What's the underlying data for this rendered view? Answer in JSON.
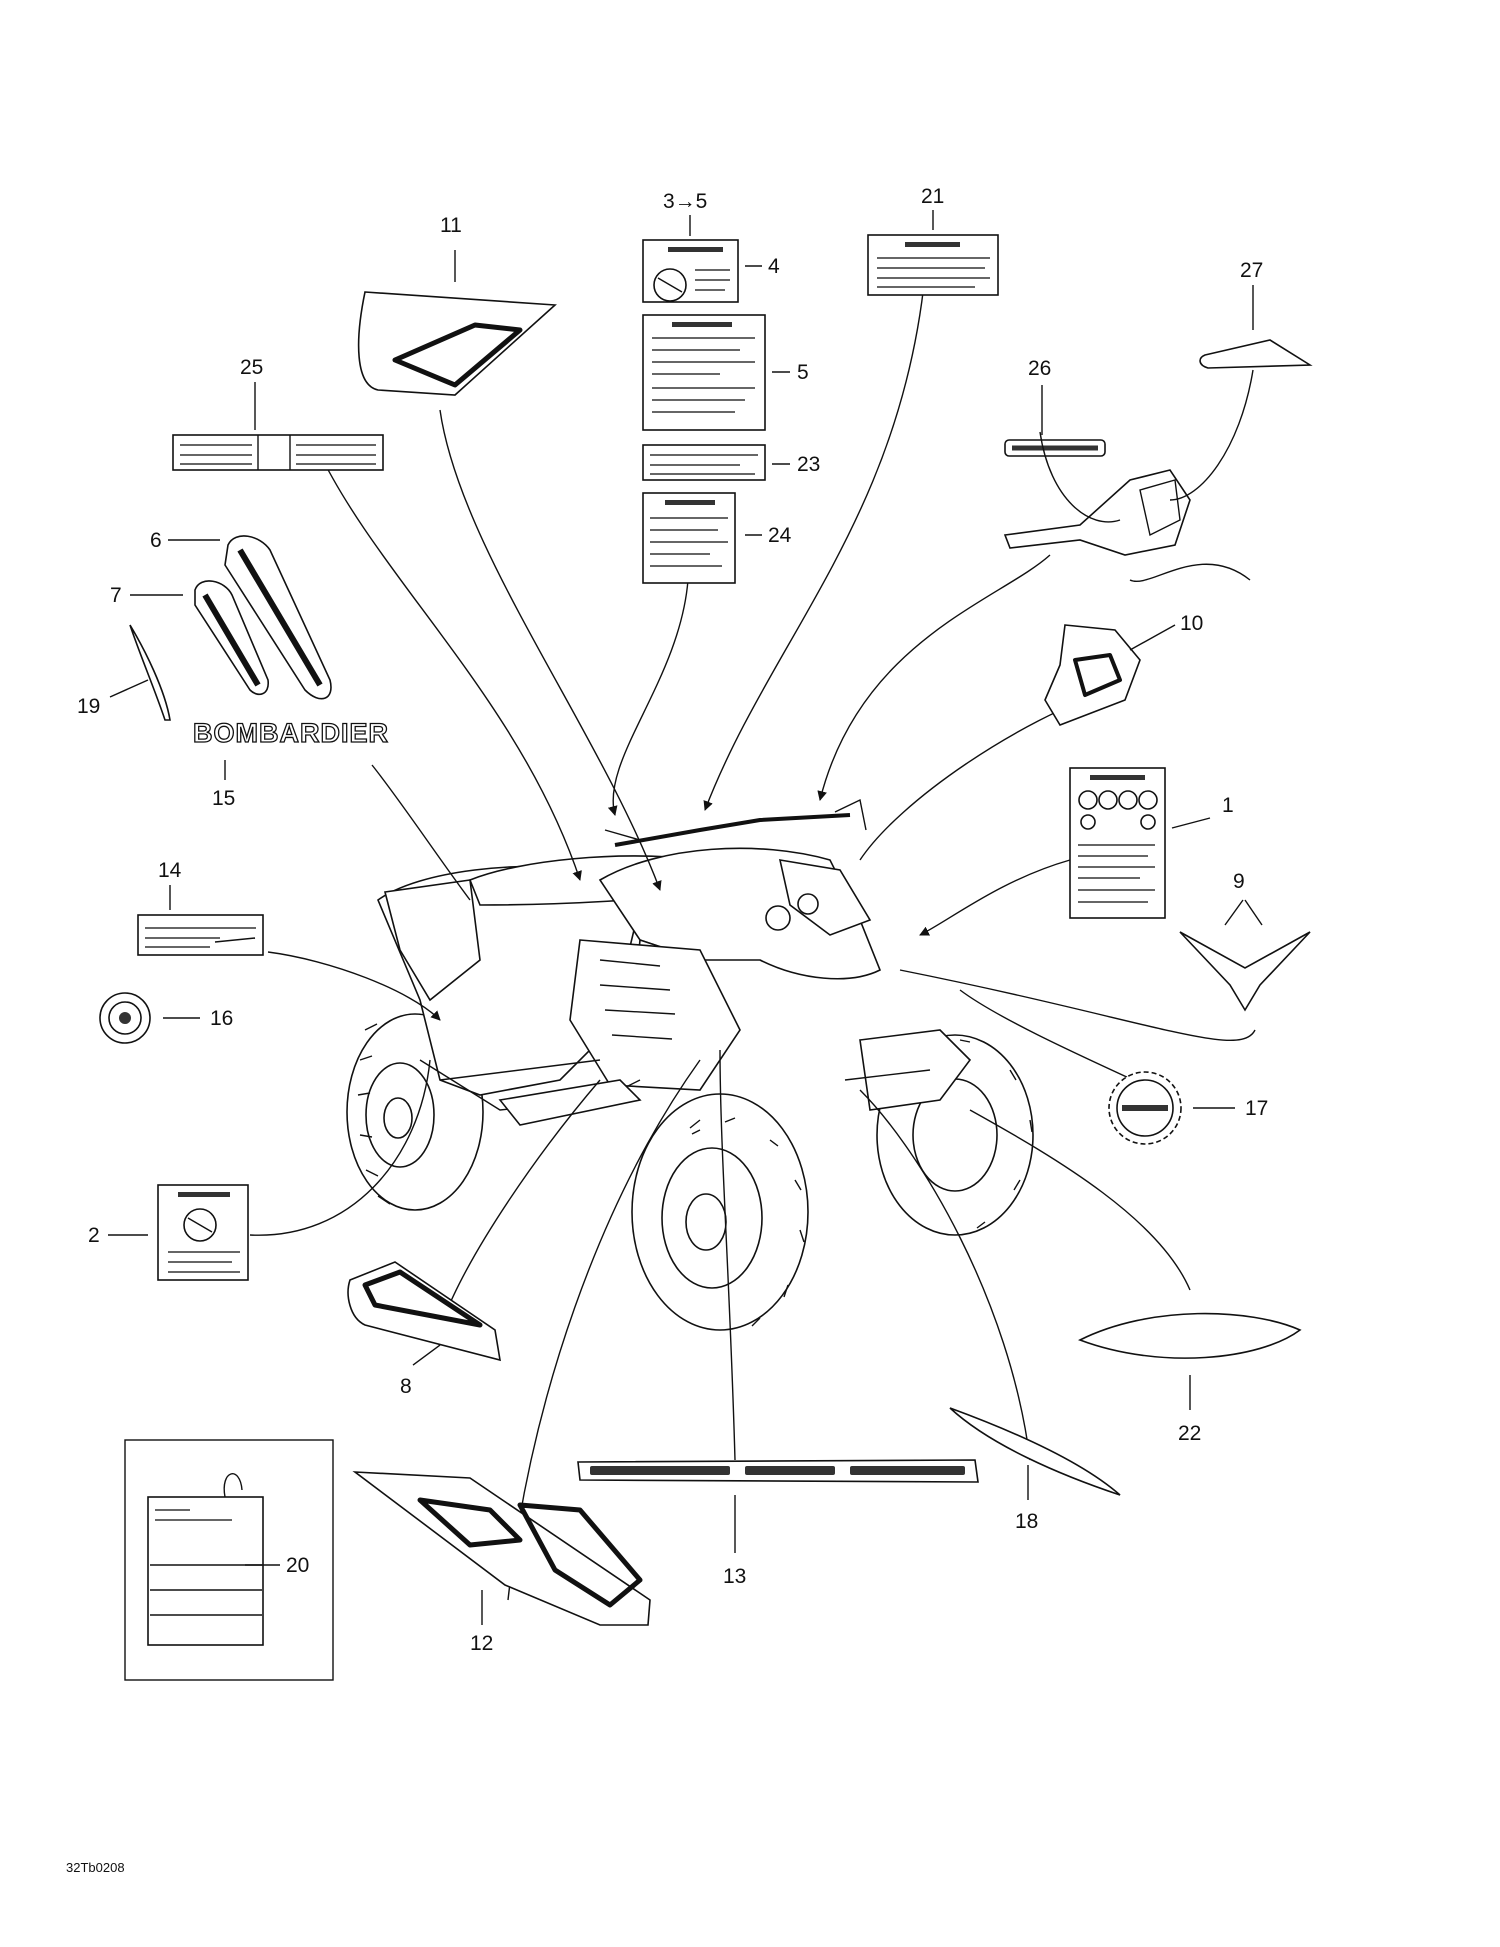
{
  "callouts": {
    "c1": "1",
    "c2": "2",
    "c3to5": "3→5",
    "c4": "4",
    "c5": "5",
    "c6": "6",
    "c7": "7",
    "c8": "8",
    "c9": "9",
    "c10": "10",
    "c11": "11",
    "c12": "12",
    "c13": "13",
    "c14": "14",
    "c15": "15",
    "c16": "16",
    "c17": "17",
    "c18": "18",
    "c19": "19",
    "c20": "20",
    "c21": "21",
    "c22": "22",
    "c23": "23",
    "c24": "24",
    "c25": "25",
    "c26": "26",
    "c27": "27"
  },
  "decal_text": {
    "bombardier": "BOMBARDIER"
  },
  "reference_code": "32Tb0208"
}
